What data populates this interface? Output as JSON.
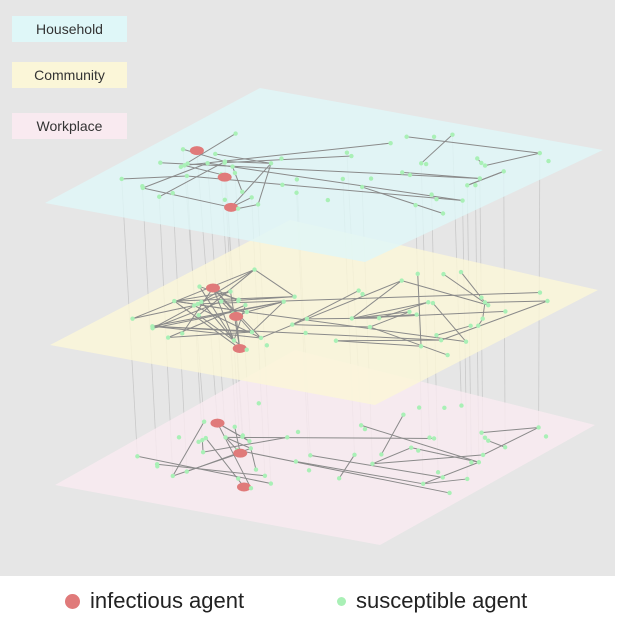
{
  "layers": [
    {
      "id": "household",
      "label": "Household",
      "color": "#dff7f8"
    },
    {
      "id": "community",
      "label": "Community",
      "color": "#fbf6d8"
    },
    {
      "id": "workplace",
      "label": "Workplace",
      "color": "#f9eaf0"
    }
  ],
  "legend": {
    "infectious": {
      "label": "infectious agent",
      "color": "#e07a7a"
    },
    "susceptible": {
      "label": "susceptible agent",
      "color": "#a9f0b6"
    }
  },
  "colors": {
    "background": "#e6e6e6",
    "edge": "#8a8a8a",
    "tie": "#c9c9c9"
  }
}
